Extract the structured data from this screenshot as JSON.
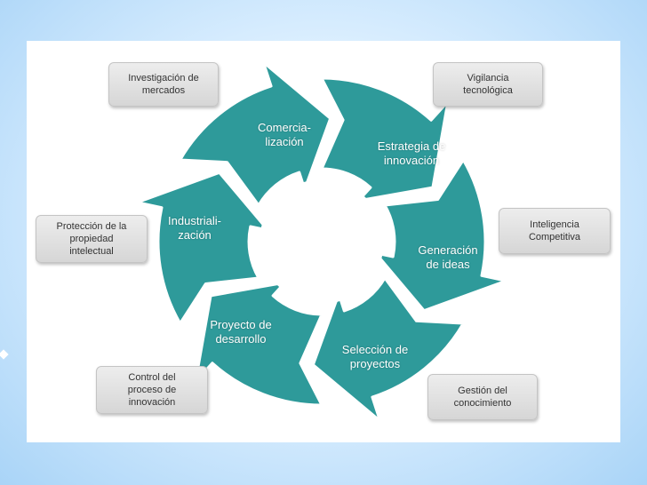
{
  "stages": [
    {
      "id": "comercializacion",
      "label": "Comercia-\nlización"
    },
    {
      "id": "estrategia",
      "label": "Estrategia de\ninnovación"
    },
    {
      "id": "generacion",
      "label": "Generación\nde ideas"
    },
    {
      "id": "seleccion",
      "label": "Selección de\nproyectos"
    },
    {
      "id": "proyecto",
      "label": "Proyecto de\ndesarrollo"
    },
    {
      "id": "industrializacion",
      "label": "Industriali-\nzación"
    }
  ],
  "side_boxes": [
    {
      "id": "investigacion",
      "label": "Investigación de\nmercados"
    },
    {
      "id": "vigilancia",
      "label": "Vigilancia\ntecnológica"
    },
    {
      "id": "inteligencia",
      "label": "Inteligencia\nCompetitiva"
    },
    {
      "id": "gestion",
      "label": "Gestión del\nconocimiento"
    },
    {
      "id": "control",
      "label": "Control del\nproceso de\ninnovación"
    },
    {
      "id": "proteccion",
      "label": "Protección de la\npropiedad\nintelectual"
    }
  ],
  "colors": {
    "ring": "#2e9a9a",
    "ring_dark": "#237f80",
    "box": "#dcdcdc"
  }
}
